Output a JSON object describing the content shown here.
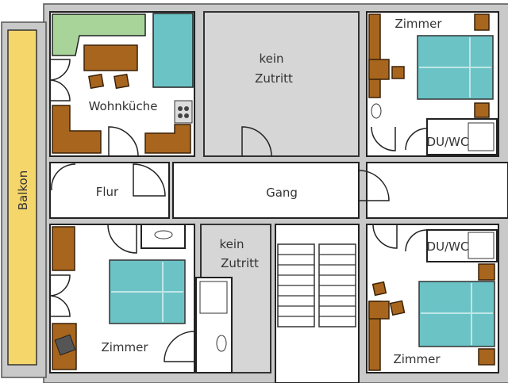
{
  "rooms": {
    "wohnkueche": "Wohnküche",
    "kein_zutritt_top_1": "kein",
    "kein_zutritt_top_2": "Zutritt",
    "zimmer_top_right": "Zimmer",
    "du_wc_top": "DU/WC",
    "flur": "Flur",
    "gang": "Gang",
    "balkon": "Balkon",
    "kein_zutritt_small_1": "kein",
    "kein_zutritt_small_2": "Zutritt",
    "du_wc_bottom": "DU/WC",
    "zimmer_bottom_left": "Zimmer",
    "zimmer_bottom_right": "Zimmer"
  },
  "colors": {
    "wall": "#c9c9c9",
    "balcony": "#f5d66b",
    "furniture": "#a8651e",
    "bed": "#6cc3c6",
    "counter": "#a8d49a",
    "no_entry": "#d6d6d6"
  }
}
